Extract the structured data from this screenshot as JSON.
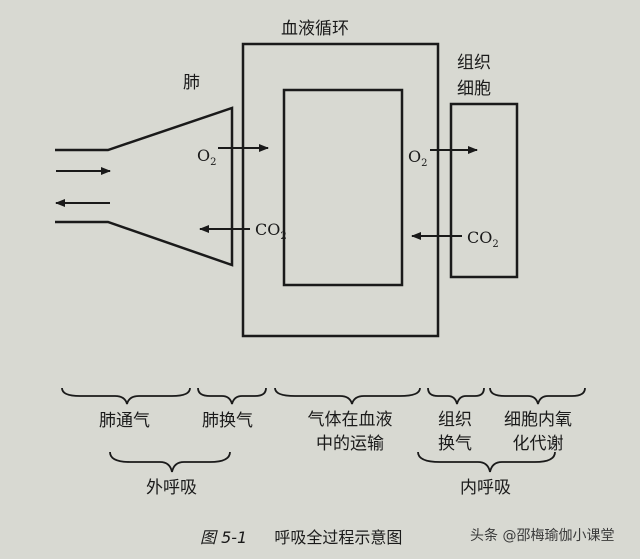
{
  "labels": {
    "lung": "肺",
    "blood_circulation": "血液循环",
    "tissue_cells_line1": "组织",
    "tissue_cells_line2": "细胞",
    "o2_main": "O",
    "o2_sub": "2",
    "co2_main": "CO",
    "co2_sub": "2"
  },
  "stages": {
    "pulmonary_ventilation": "肺通气",
    "pulmonary_exchange": "肺换气",
    "gas_transport_line1": "气体在血液",
    "gas_transport_line2": "中的运输",
    "tissue_exchange_line1": "组织",
    "tissue_exchange_line2": "换气",
    "cell_metabolism_line1": "细胞内氧",
    "cell_metabolism_line2": "化代谢"
  },
  "groups": {
    "external_respiration": "外呼吸",
    "internal_respiration": "内呼吸"
  },
  "caption": {
    "figure_number": "图 5-1",
    "title": "呼吸全过程示意图"
  },
  "watermark": "头条 @邵梅瑜伽小课堂",
  "colors": {
    "ink": "#1a1a1a",
    "background": "#d8d9d2"
  }
}
